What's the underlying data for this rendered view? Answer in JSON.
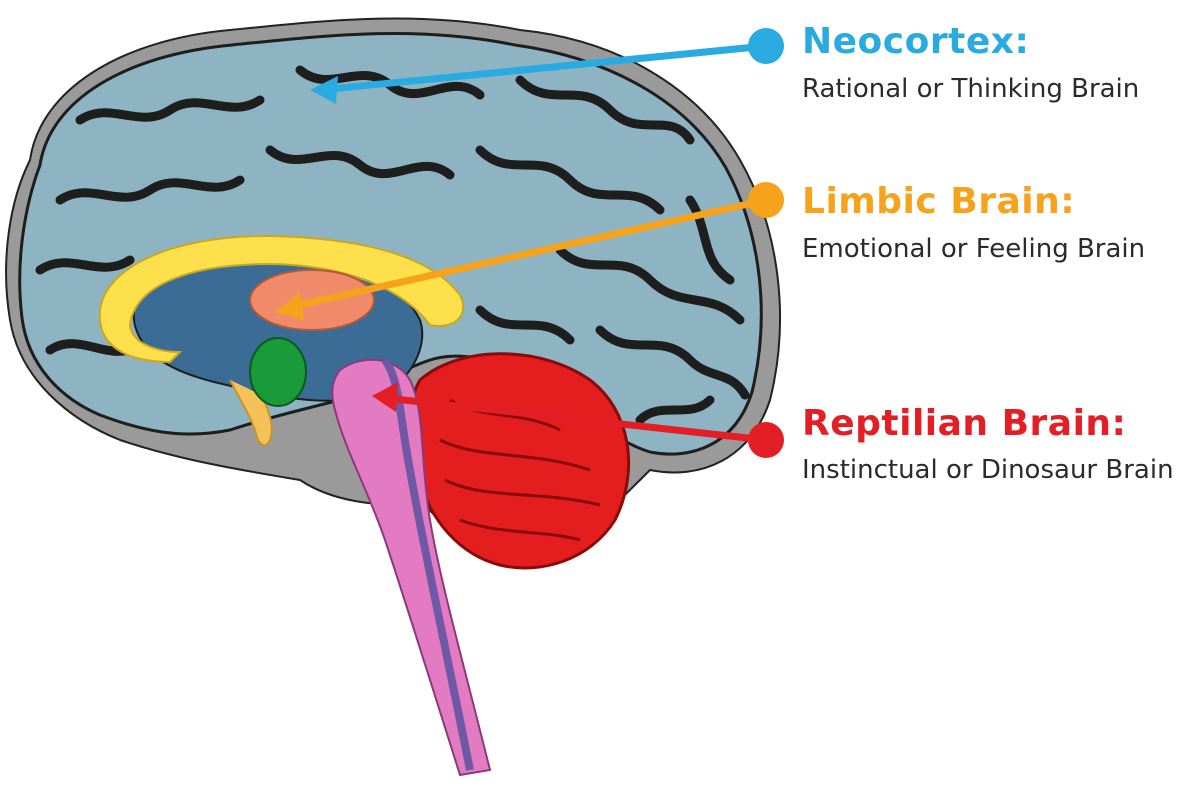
{
  "labels": {
    "neocortex": {
      "title": "Neocortex:",
      "subtitle": "Rational or Thinking Brain",
      "color": "#29abe2"
    },
    "limbic": {
      "title": "Limbic Brain:",
      "subtitle": "Emotional or Feeling Brain",
      "color": "#f7a21b"
    },
    "reptilian": {
      "title": "Reptilian Brain:",
      "subtitle": "Instinctual or Dinosaur Brain",
      "color": "#e31e24"
    }
  },
  "brain_colors": {
    "cortex": "#8eb4c4",
    "cortex_outline": "#1e1e1e",
    "outer_gray": "#9a9a9a",
    "corpus_callosum": "#fde04c",
    "ventricle": "#3a6c96",
    "thalamus": "#f08a6a",
    "amygdala": "#1a9b3a",
    "hypothalamus": "#f5c25a",
    "cerebellum": "#e41e1e",
    "brainstem": "#e27bc2",
    "brainstem_channel": "#6f58a6"
  }
}
